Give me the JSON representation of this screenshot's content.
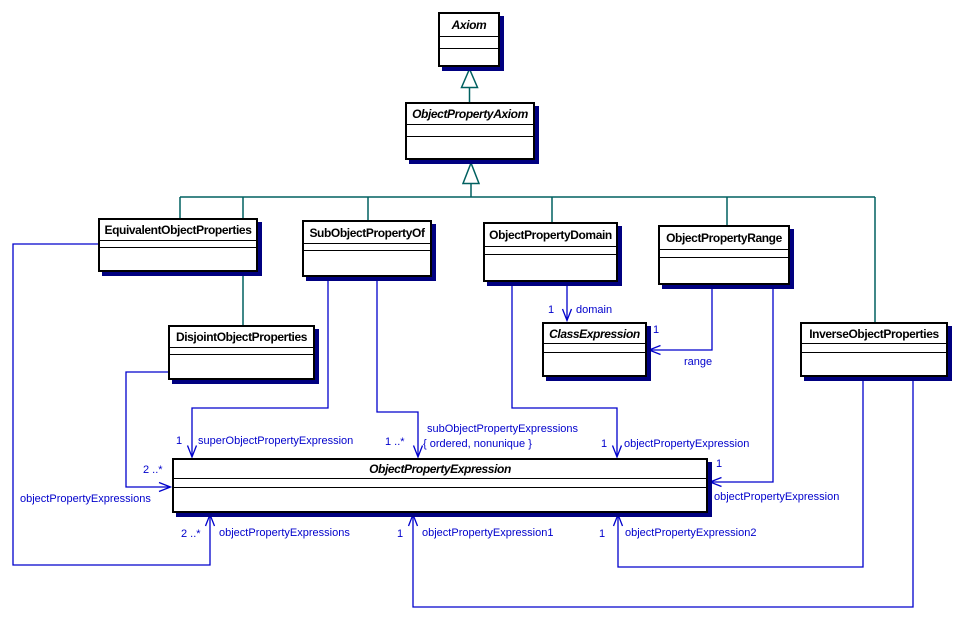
{
  "diagram_type": "UML class diagram",
  "colors": {
    "association_blue": "#0000cc",
    "generalization_teal": "#006060",
    "box_shadow_navy": "#000080",
    "box_border": "#000000",
    "background": "#ffffff"
  },
  "classes": {
    "axiom": {
      "name": "Axiom",
      "abstract": true
    },
    "object_property_axiom": {
      "name": "ObjectPropertyAxiom",
      "abstract": true
    },
    "equivalent_object_properties": {
      "name": "EquivalentObjectProperties",
      "abstract": false
    },
    "sub_object_property_of": {
      "name": "SubObjectPropertyOf",
      "abstract": false
    },
    "object_property_domain": {
      "name": "ObjectPropertyDomain",
      "abstract": false
    },
    "object_property_range": {
      "name": "ObjectPropertyRange",
      "abstract": false
    },
    "inverse_object_properties": {
      "name": "InverseObjectProperties",
      "abstract": false
    },
    "disjoint_object_properties": {
      "name": "DisjointObjectProperties",
      "abstract": false
    },
    "class_expression": {
      "name": "ClassExpression",
      "abstract": true
    },
    "object_property_expression": {
      "name": "ObjectPropertyExpression",
      "abstract": true
    }
  },
  "generalizations": [
    {
      "child": "ObjectPropertyAxiom",
      "parent": "Axiom"
    },
    {
      "child": "EquivalentObjectProperties",
      "parent": "ObjectPropertyAxiom"
    },
    {
      "child": "DisjointObjectProperties",
      "parent": "ObjectPropertyAxiom"
    },
    {
      "child": "SubObjectPropertyOf",
      "parent": "ObjectPropertyAxiom"
    },
    {
      "child": "ObjectPropertyDomain",
      "parent": "ObjectPropertyAxiom"
    },
    {
      "child": "ObjectPropertyRange",
      "parent": "ObjectPropertyAxiom"
    },
    {
      "child": "InverseObjectProperties",
      "parent": "ObjectPropertyAxiom"
    }
  ],
  "associations": {
    "equivalent_to_ope": {
      "multiplicity": "2 ..*",
      "role": "objectPropertyExpressions"
    },
    "disjoint_to_ope": {
      "multiplicity": "2 ..*",
      "role": "objectPropertyExpressions"
    },
    "sub_super": {
      "multiplicity": "1",
      "role": "superObjectPropertyExpression"
    },
    "sub_sub": {
      "multiplicity": "1 ..*",
      "role": "subObjectPropertyExpressions",
      "constraint": "{ ordered, nonunique }"
    },
    "domain_to_ope": {
      "multiplicity": "1",
      "role": "objectPropertyExpression"
    },
    "domain_to_class_expression": {
      "multiplicity": "1",
      "role": "domain"
    },
    "range_to_class_expression": {
      "multiplicity": "1",
      "role": "range"
    },
    "range_to_ope": {
      "multiplicity": "1",
      "role": "objectPropertyExpression"
    },
    "inverse_to_ope_1": {
      "multiplicity": "1",
      "role": "objectPropertyExpression1"
    },
    "inverse_to_ope_2": {
      "multiplicity": "1",
      "role": "objectPropertyExpression2"
    }
  }
}
